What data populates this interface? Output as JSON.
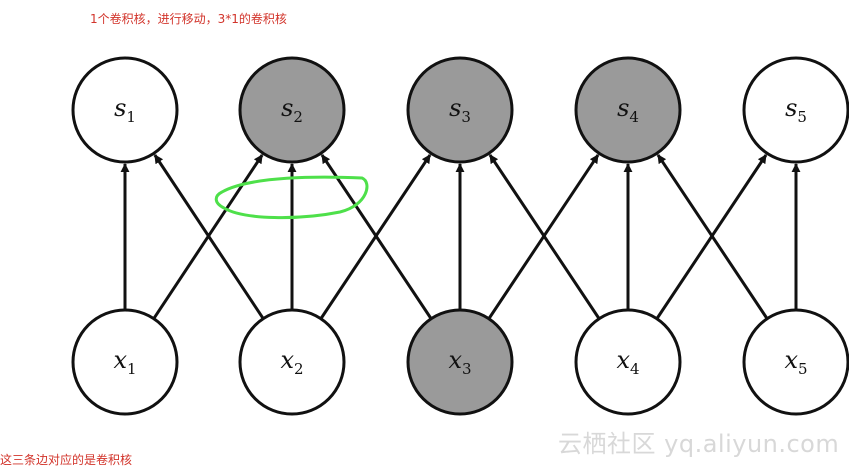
{
  "annotations": {
    "top_note": "1个卷积核，进行移动，3*1的卷积核",
    "bottom_note": "这三条边对应的是卷积核"
  },
  "watermark": "云栖社区 yq.aliyun.com",
  "colors": {
    "shaded": "#9a9a9a",
    "unshaded": "#ffffff",
    "stroke": "#111111",
    "highlight": "#4ee04a",
    "annotation": "#d2342b"
  },
  "diagram": {
    "top_nodes": [
      {
        "id": "s1",
        "base": "s",
        "sub": "1",
        "shaded": false
      },
      {
        "id": "s2",
        "base": "s",
        "sub": "2",
        "shaded": true
      },
      {
        "id": "s3",
        "base": "s",
        "sub": "3",
        "shaded": true
      },
      {
        "id": "s4",
        "base": "s",
        "sub": "4",
        "shaded": true
      },
      {
        "id": "s5",
        "base": "s",
        "sub": "5",
        "shaded": false
      }
    ],
    "bottom_nodes": [
      {
        "id": "x1",
        "base": "x",
        "sub": "1",
        "shaded": false
      },
      {
        "id": "x2",
        "base": "x",
        "sub": "2",
        "shaded": false
      },
      {
        "id": "x3",
        "base": "x",
        "sub": "3",
        "shaded": true
      },
      {
        "id": "x4",
        "base": "x",
        "sub": "4",
        "shaded": false
      },
      {
        "id": "x5",
        "base": "x",
        "sub": "5",
        "shaded": false
      }
    ],
    "edges": [
      {
        "from": "x1",
        "to": "s1"
      },
      {
        "from": "x1",
        "to": "s2"
      },
      {
        "from": "x2",
        "to": "s1"
      },
      {
        "from": "x2",
        "to": "s2"
      },
      {
        "from": "x2",
        "to": "s3"
      },
      {
        "from": "x3",
        "to": "s2"
      },
      {
        "from": "x3",
        "to": "s3"
      },
      {
        "from": "x3",
        "to": "s4"
      },
      {
        "from": "x4",
        "to": "s3"
      },
      {
        "from": "x4",
        "to": "s4"
      },
      {
        "from": "x4",
        "to": "s5"
      },
      {
        "from": "x5",
        "to": "s4"
      },
      {
        "from": "x5",
        "to": "s5"
      }
    ],
    "highlighted_node": "s2"
  }
}
